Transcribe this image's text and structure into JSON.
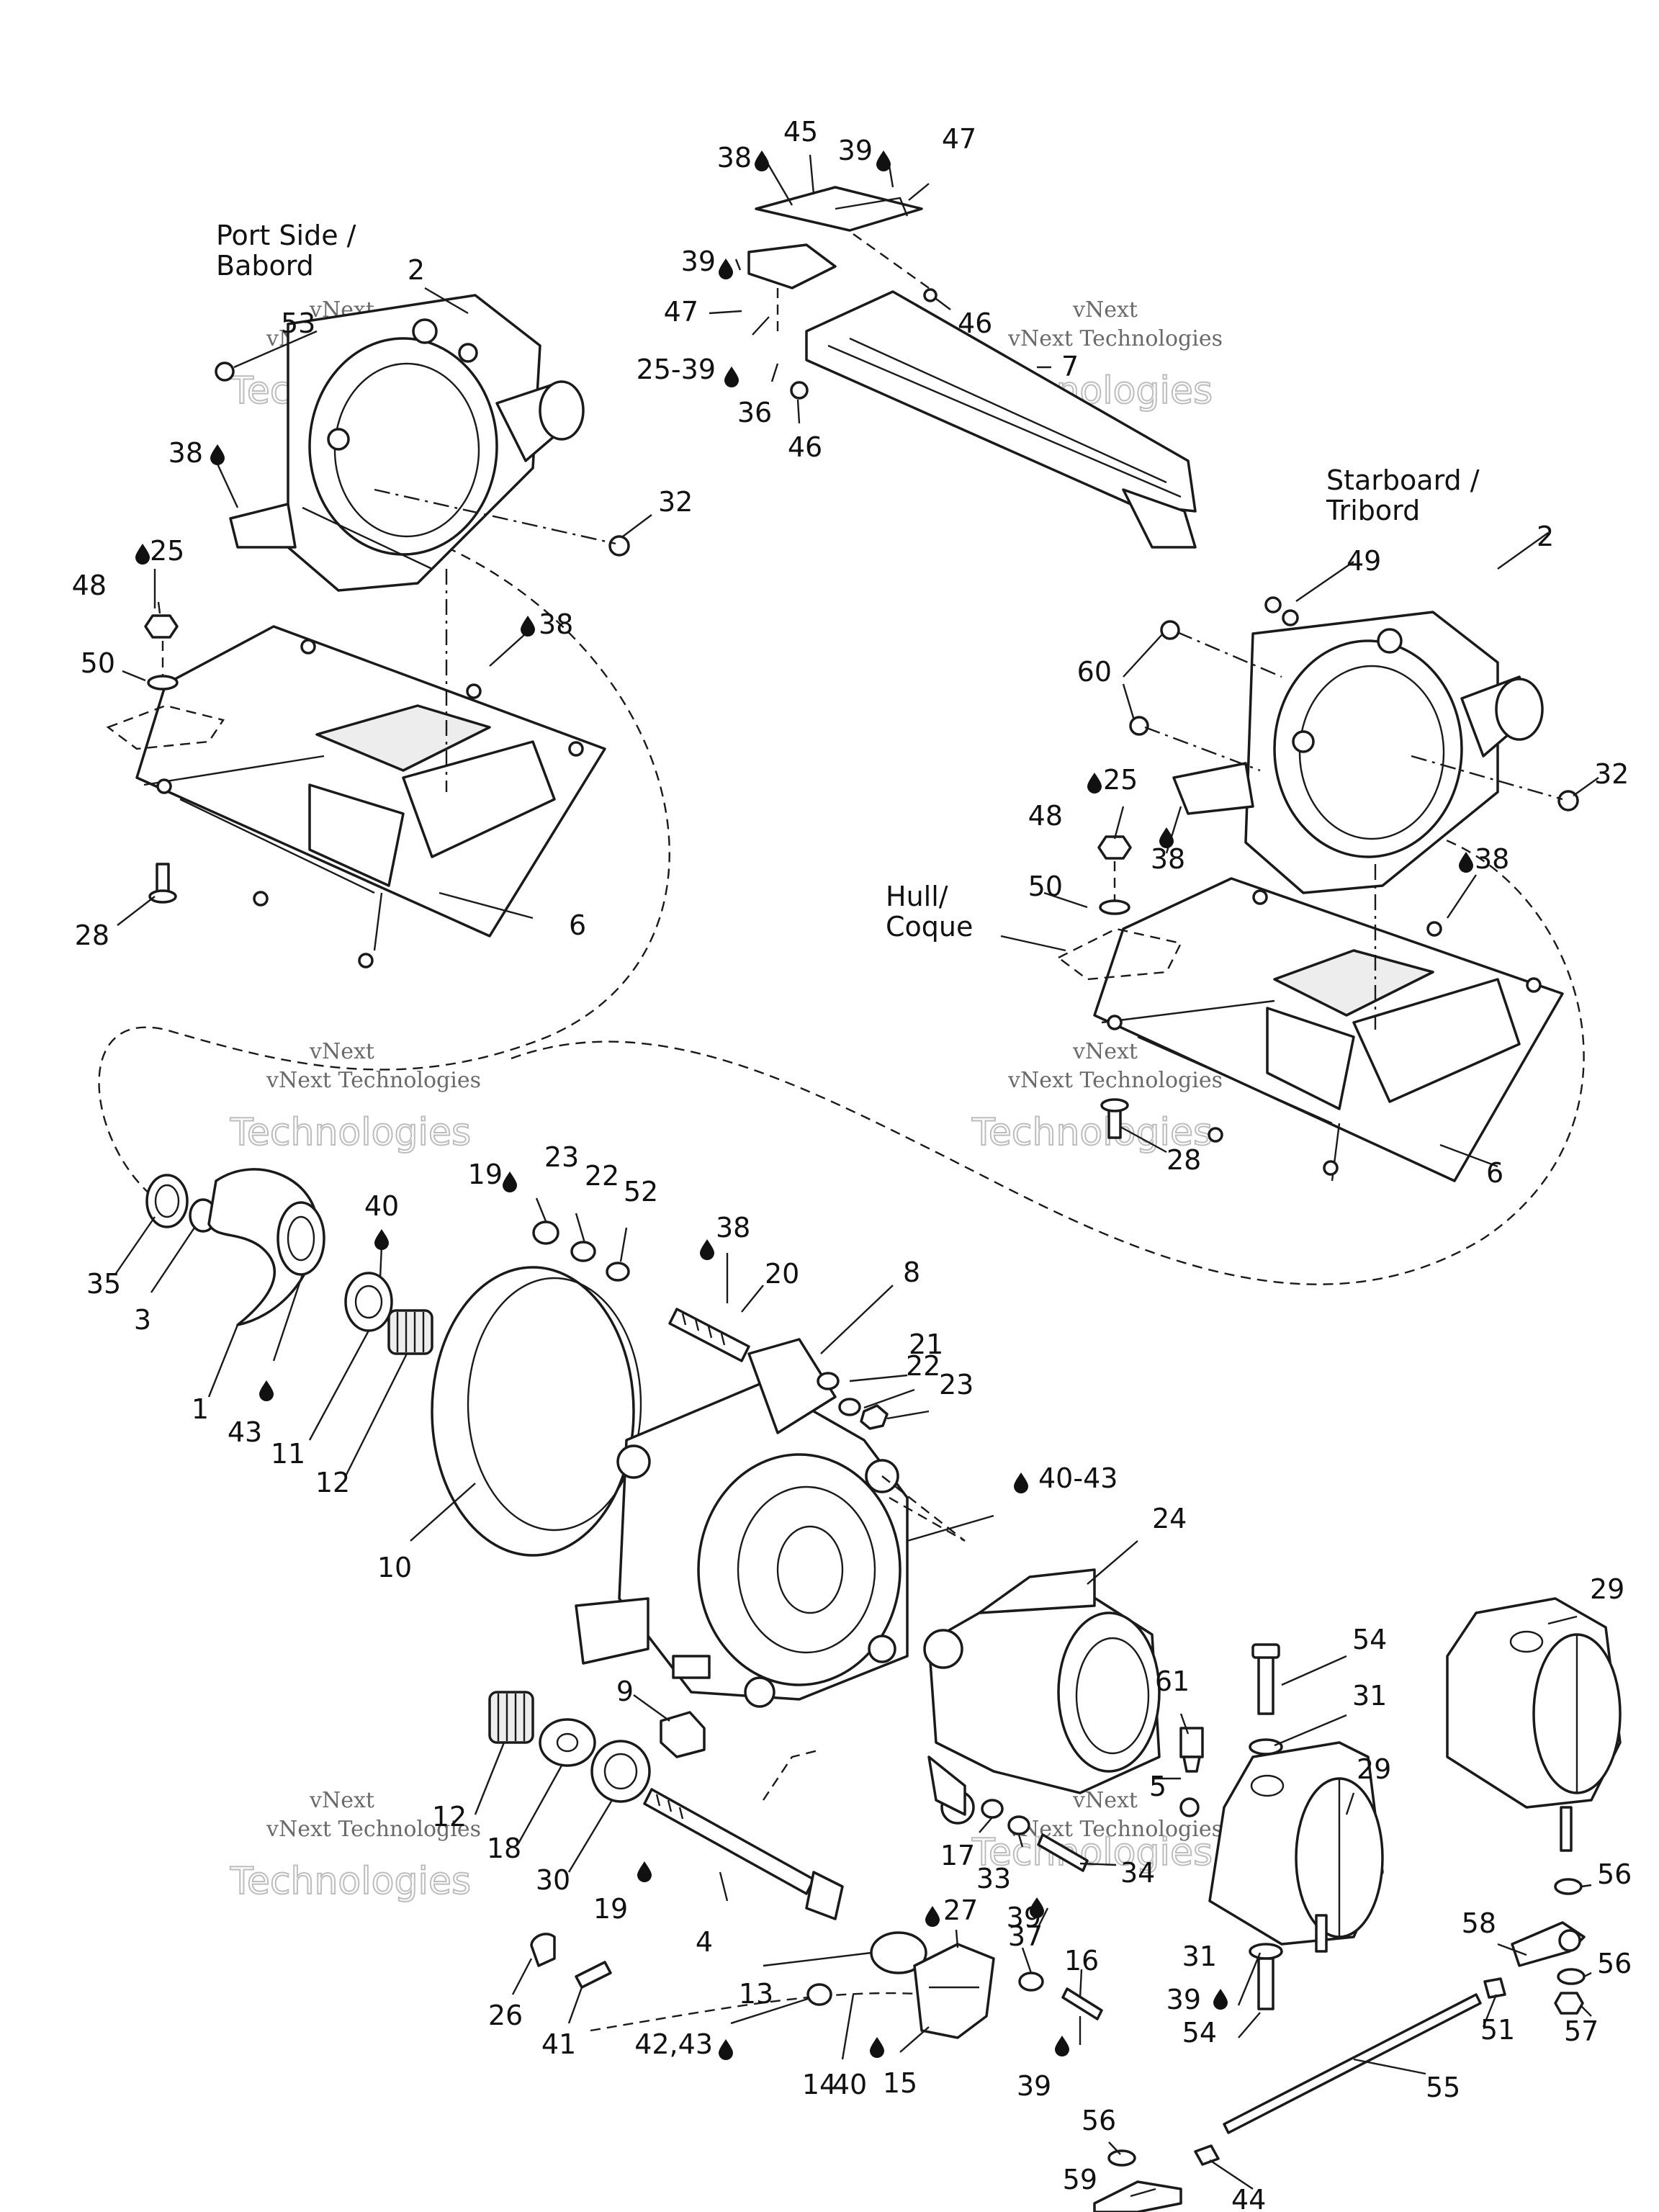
{
  "captions": {
    "port": [
      "Port Side /",
      "Babord"
    ],
    "starboard": [
      "Starboard /",
      "Tribord"
    ],
    "hull": [
      "Hull/",
      "Coque"
    ]
  },
  "watermark": {
    "line1": "vNext",
    "line2": "vNext Technologies",
    "line3": "Technologies"
  },
  "labels": {
    "l45": "45",
    "l38a": "38",
    "l39a": "39",
    "l47a": "47",
    "l39b": "39",
    "l47b": "47",
    "l46a": "46",
    "l2539": "25-39",
    "l36": "36",
    "l46b": "46",
    "l7": "7",
    "l2a": "2",
    "l53": "53",
    "l38b": "38",
    "l32a": "32",
    "l25a": "25",
    "l48a": "48",
    "l38c": "38",
    "l50a": "50",
    "l28a": "28",
    "l6a": "6",
    "l2b": "2",
    "l49": "49",
    "l60": "60",
    "l32b": "32",
    "l25b": "25",
    "l48b": "48",
    "l38d": "38",
    "l38e": "38",
    "l50b": "50",
    "l28b": "28",
    "l6b": "6",
    "l19a": "19",
    "l23a": "23",
    "l22a": "22",
    "l52": "52",
    "l40a": "40",
    "l38f": "38",
    "l20": "20",
    "l8": "8",
    "l35": "35",
    "l3": "3",
    "l1": "1",
    "l43": "43",
    "l11": "11",
    "l12a": "12",
    "l21": "21",
    "l22b": "22",
    "l23b": "23",
    "l10": "10",
    "l4043": "40-43",
    "l24": "24",
    "l29a": "29",
    "l9": "9",
    "l54a": "54",
    "l31a": "31",
    "l61": "61",
    "l29b": "29",
    "l5": "5",
    "l12b": "12",
    "l18": "18",
    "l30": "30",
    "l19b": "19",
    "l4": "4",
    "l17": "17",
    "l33": "33",
    "l34": "34",
    "l39c": "39",
    "l27": "27",
    "l37": "37",
    "l16": "16",
    "l56a": "56",
    "l58": "58",
    "l56b": "56",
    "l31b": "31",
    "l39d": "39",
    "l54b": "54",
    "l51": "51",
    "l57": "57",
    "l13": "13",
    "l26": "26",
    "l41": "41",
    "l4243": "42,43",
    "l14": "14",
    "l40b": "40",
    "l15": "15",
    "l39e": "39",
    "l55": "55",
    "l56c": "56",
    "l59": "59",
    "l44": "44"
  }
}
